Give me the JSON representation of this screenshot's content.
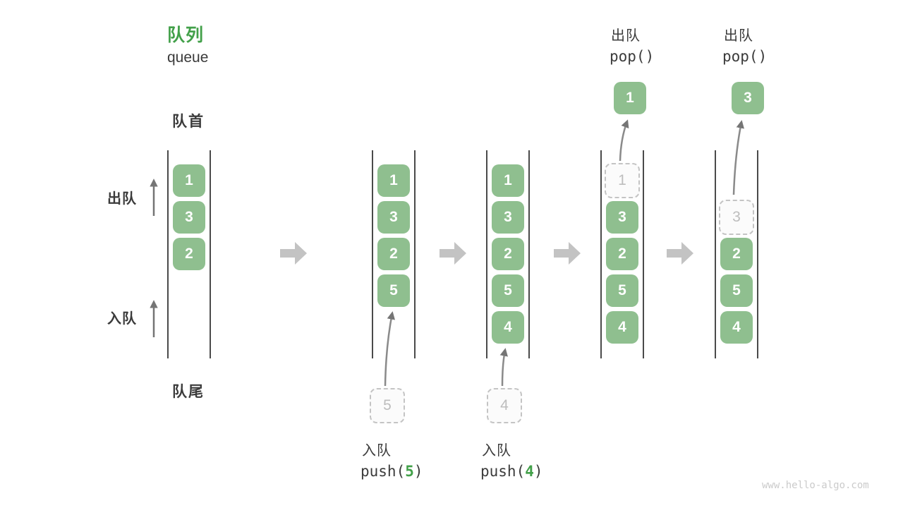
{
  "title": {
    "zh": "队列",
    "en": "queue"
  },
  "labels": {
    "front": "队首",
    "rear": "队尾",
    "dequeue_side": "出队",
    "enqueue_side": "入队"
  },
  "operations": {
    "push_5": {
      "label_zh": "入队",
      "code_prefix": "push(",
      "code_arg": "5",
      "code_suffix": ")"
    },
    "push_4": {
      "label_zh": "入队",
      "code_prefix": "push(",
      "code_arg": "4",
      "code_suffix": ")"
    },
    "pop_1": {
      "label_zh": "出队",
      "code": "pop()"
    },
    "pop_2": {
      "label_zh": "出队",
      "code": "pop()"
    }
  },
  "states": [
    {
      "boxes": [
        "1",
        "3",
        "2"
      ]
    },
    {
      "boxes": [
        "1",
        "3",
        "2",
        "5"
      ],
      "enqueue_value": "5"
    },
    {
      "boxes": [
        "1",
        "3",
        "2",
        "5",
        "4"
      ],
      "enqueue_value": "4"
    },
    {
      "boxes": [
        "3",
        "2",
        "5",
        "4"
      ],
      "dequeued_ghost": "1",
      "popped_value": "1"
    },
    {
      "boxes": [
        "2",
        "5",
        "4"
      ],
      "dequeued_ghost": "3",
      "popped_value": "3"
    }
  ],
  "watermark": "www.hello-algo.com",
  "colors": {
    "box_green": "#8FBF8F",
    "title_green": "#42A049",
    "text_dark": "#3b3b3b",
    "thin_arrow_gray": "#757575",
    "block_arrow_gray": "#c3c3c3",
    "ghost_border": "#c4c4c4",
    "ghost_text": "#bdbdbd",
    "rail_gray": "#4a4a4a",
    "watermark_gray": "#cbcbcb"
  }
}
